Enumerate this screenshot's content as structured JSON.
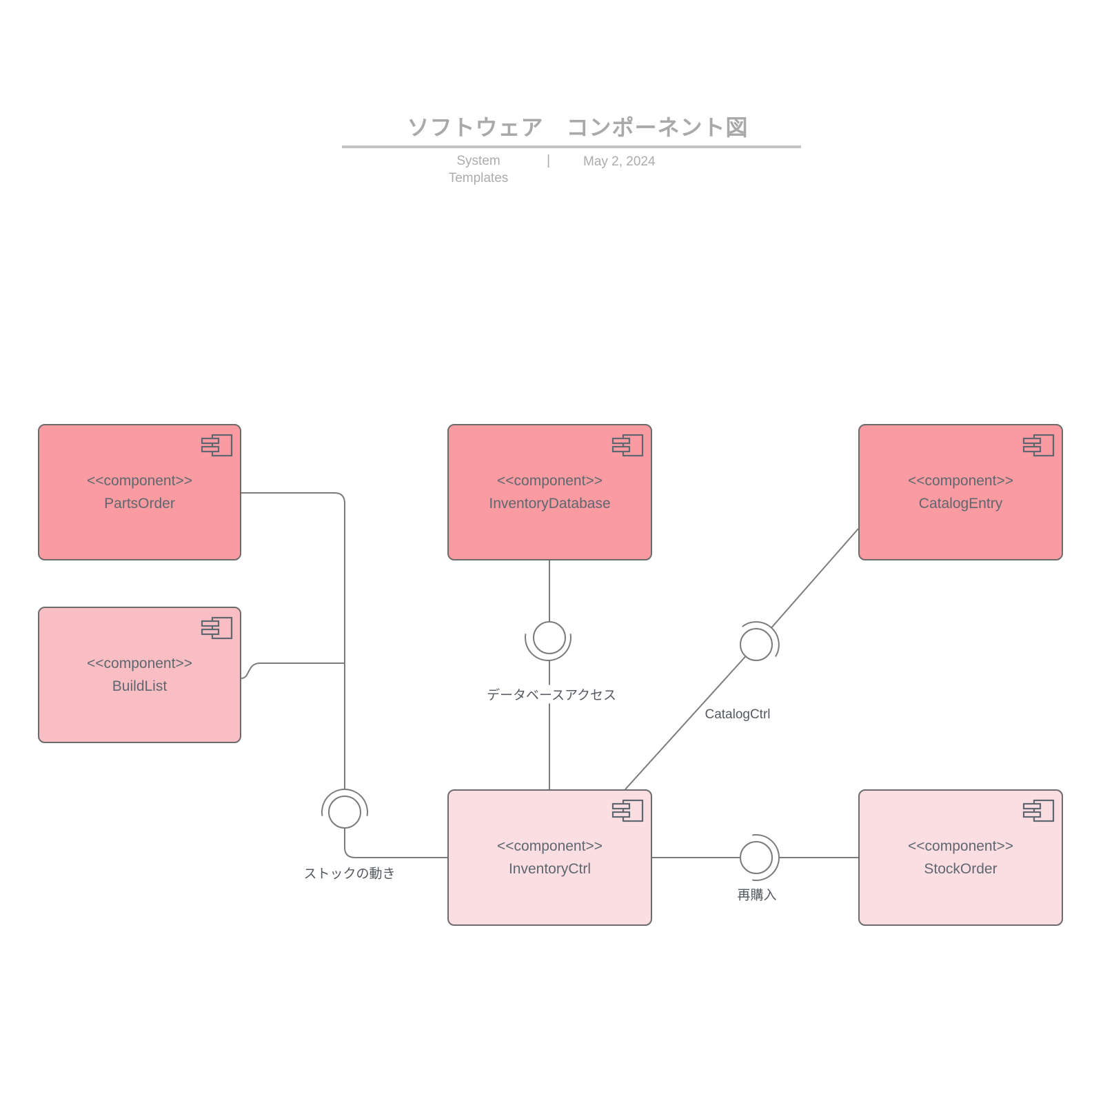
{
  "header": {
    "title": "ソフトウェア　コンポーネント図",
    "attribution": "System Templates",
    "divider": "|",
    "date": "May 2, 2024"
  },
  "diagram": {
    "stereotype": "<<component>>",
    "components": [
      {
        "name": "PartsOrder"
      },
      {
        "name": "BuildList"
      },
      {
        "name": "InventoryDatabase"
      },
      {
        "name": "CatalogEntry"
      },
      {
        "name": "InventoryCtrl"
      },
      {
        "name": "StockOrder"
      }
    ],
    "interfaces": [
      {
        "label": "ストックの動き"
      },
      {
        "label": "データベースアクセス"
      },
      {
        "label": "CatalogCtrl"
      },
      {
        "label": "再購入"
      }
    ]
  },
  "colors": {
    "component_dark": "#f99ba1",
    "component_medium": "#f9bec4",
    "component_light": "#fbdee2",
    "outline": "#6b6b6b",
    "connector": "#7b7b7b",
    "header_text": "#a9a9a9",
    "component_text": "#5e6770",
    "label_text": "#54595f"
  }
}
